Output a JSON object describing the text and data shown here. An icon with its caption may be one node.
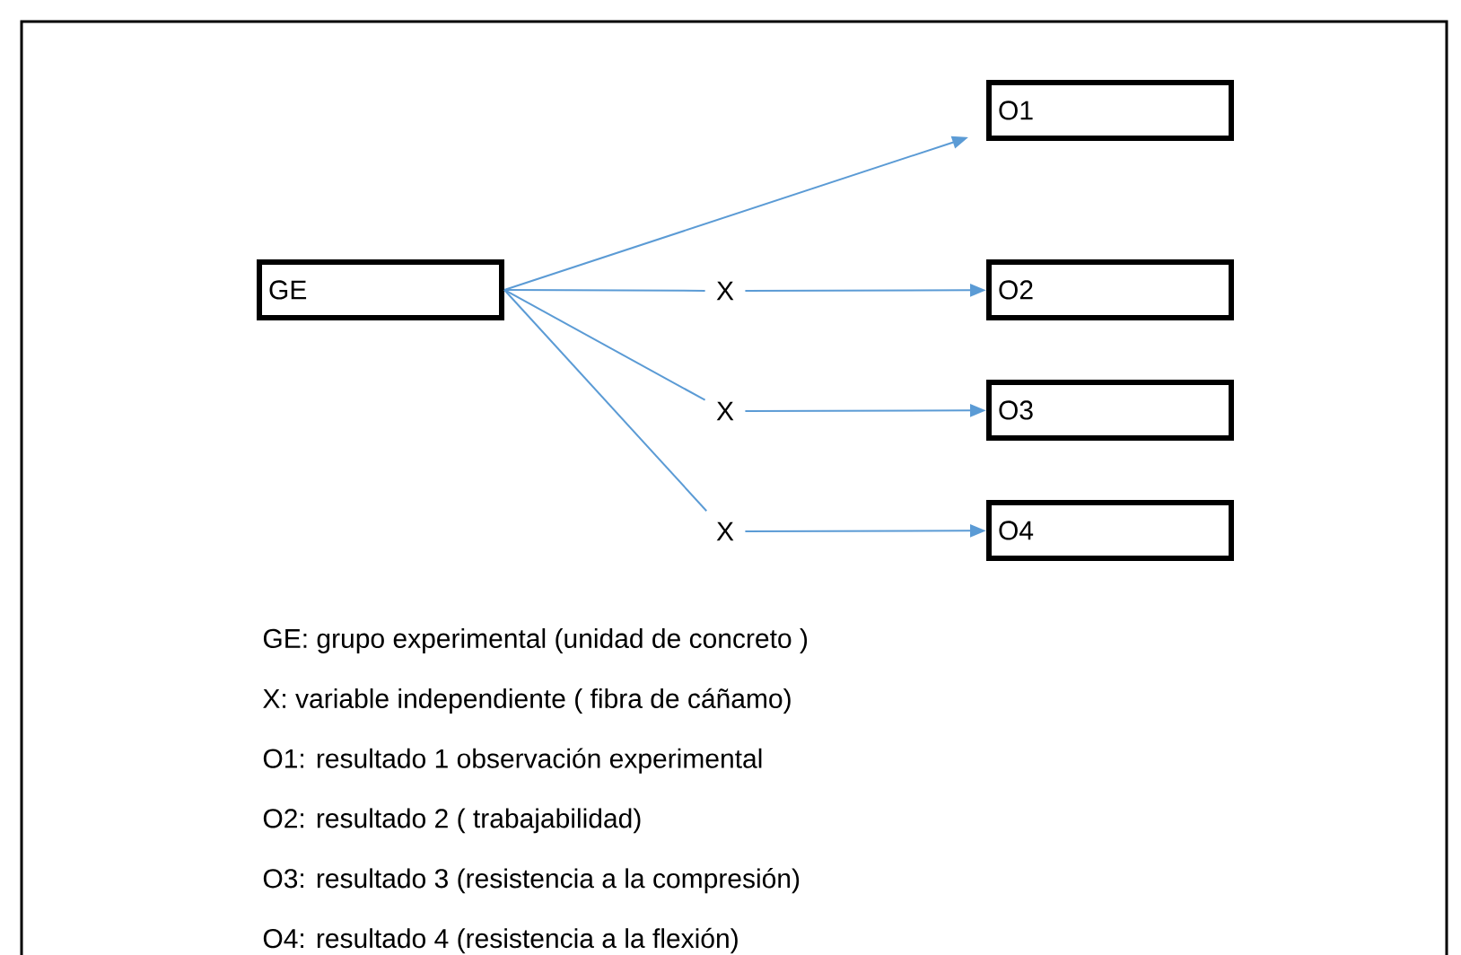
{
  "diagram": {
    "nodes": [
      {
        "text": [
          "O1"
        ]
      },
      {
        "text": [
          "GE"
        ]
      },
      {
        "text": [
          "X"
        ]
      },
      {
        "text": [
          "O2"
        ]
      },
      {
        "text": [
          "X"
        ]
      },
      {
        "text": [
          "O3"
        ]
      },
      {
        "text": [
          "X"
        ]
      },
      {
        "text": [
          "O4"
        ]
      }
    ],
    "edges": [
      {
        "from": 1,
        "to": 0,
        "arrow": "to"
      },
      {
        "from": 1,
        "to": 2,
        "arrow": "none"
      },
      {
        "from": 2,
        "to": 3,
        "arrow": "to"
      },
      {
        "from": 1,
        "to": 4,
        "arrow": "none"
      },
      {
        "from": 4,
        "to": 5,
        "arrow": "to"
      },
      {
        "from": 1,
        "to": 6,
        "arrow": "none"
      },
      {
        "from": 6,
        "to": 7,
        "arrow": "to"
      }
    ],
    "labels": [
      "GE: grupo experimental (unidad de concreto )",
      "X: variable independiente ( fibra de cáñamo)",
      "O1: resultado 1 observación experimental",
      "O2: resultado 2 ( trabajabilidad)",
      "O3: resultado 3 (resistencia a la compresión)",
      "O4: resultado 4 (resistencia a la flexión)"
    ]
  }
}
